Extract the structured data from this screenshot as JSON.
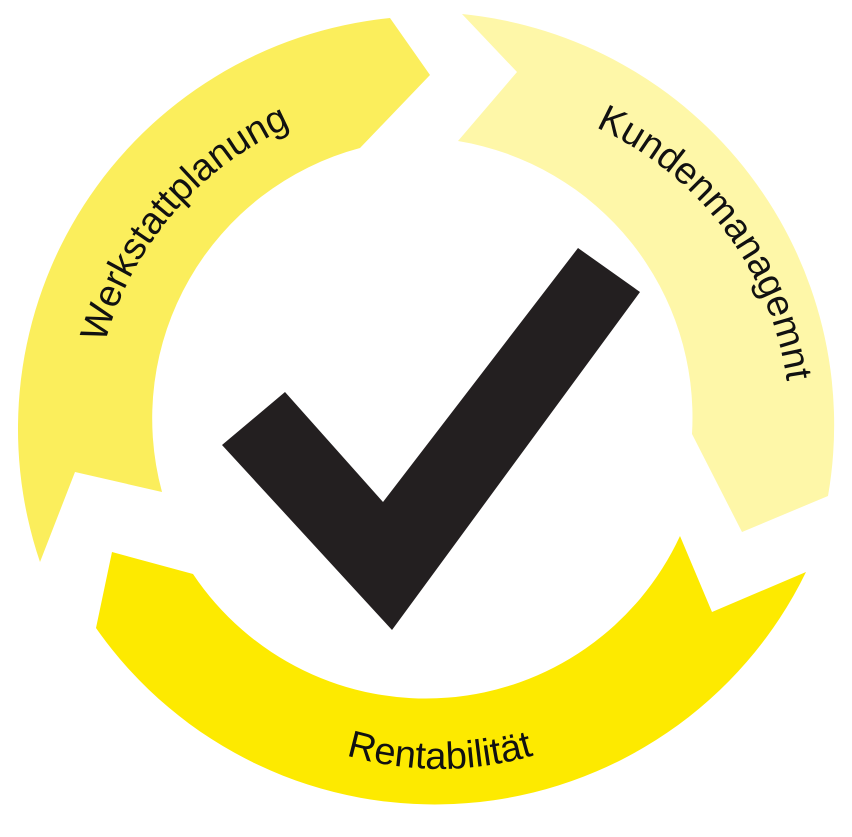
{
  "segments": [
    {
      "id": "werkstattplanung",
      "label": "Werkstattplanung",
      "color": "#FBEE5C"
    },
    {
      "id": "kundenmanagement",
      "label": "Kundenmanagemnt",
      "color": "#FEF7A8"
    },
    {
      "id": "rentabilitaet",
      "label": "Rentabilität",
      "color": "#FDEA00"
    }
  ],
  "center": {
    "icon": "checkmark-icon",
    "color": "#231F20"
  }
}
